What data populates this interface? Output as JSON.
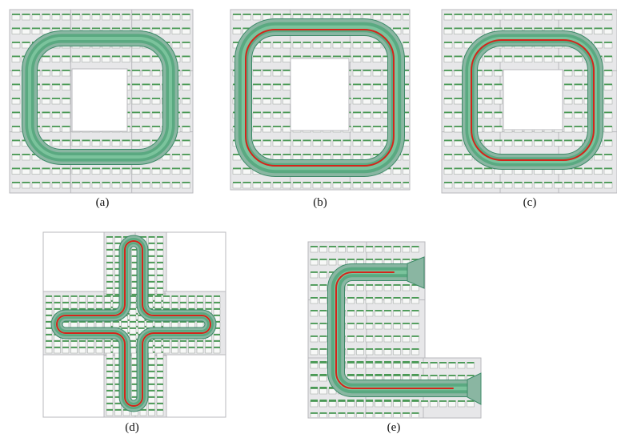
{
  "colors": {
    "tile": "#e7e7e9",
    "tile_edge": "#b9b9bd",
    "page": "#ffffff",
    "track_outer": "#8ab6a2",
    "track_fill": "#5aa981",
    "track_inner": "#7bc39c",
    "track_edge": "#3d8a68",
    "rack": "#4a9a55",
    "cell_fill": "#f7f8f7",
    "cell_stroke": "#a8b0aa",
    "path": "#d4251b"
  },
  "panels": [
    {
      "id": "a",
      "caption": "(a)",
      "has_path": false
    },
    {
      "id": "b",
      "caption": "(b)",
      "has_path": true
    },
    {
      "id": "c",
      "caption": "(c)",
      "has_path": true
    },
    {
      "id": "d",
      "caption": "(d)",
      "has_path": true
    },
    {
      "id": "e",
      "caption": "(e)",
      "has_path": true
    }
  ]
}
